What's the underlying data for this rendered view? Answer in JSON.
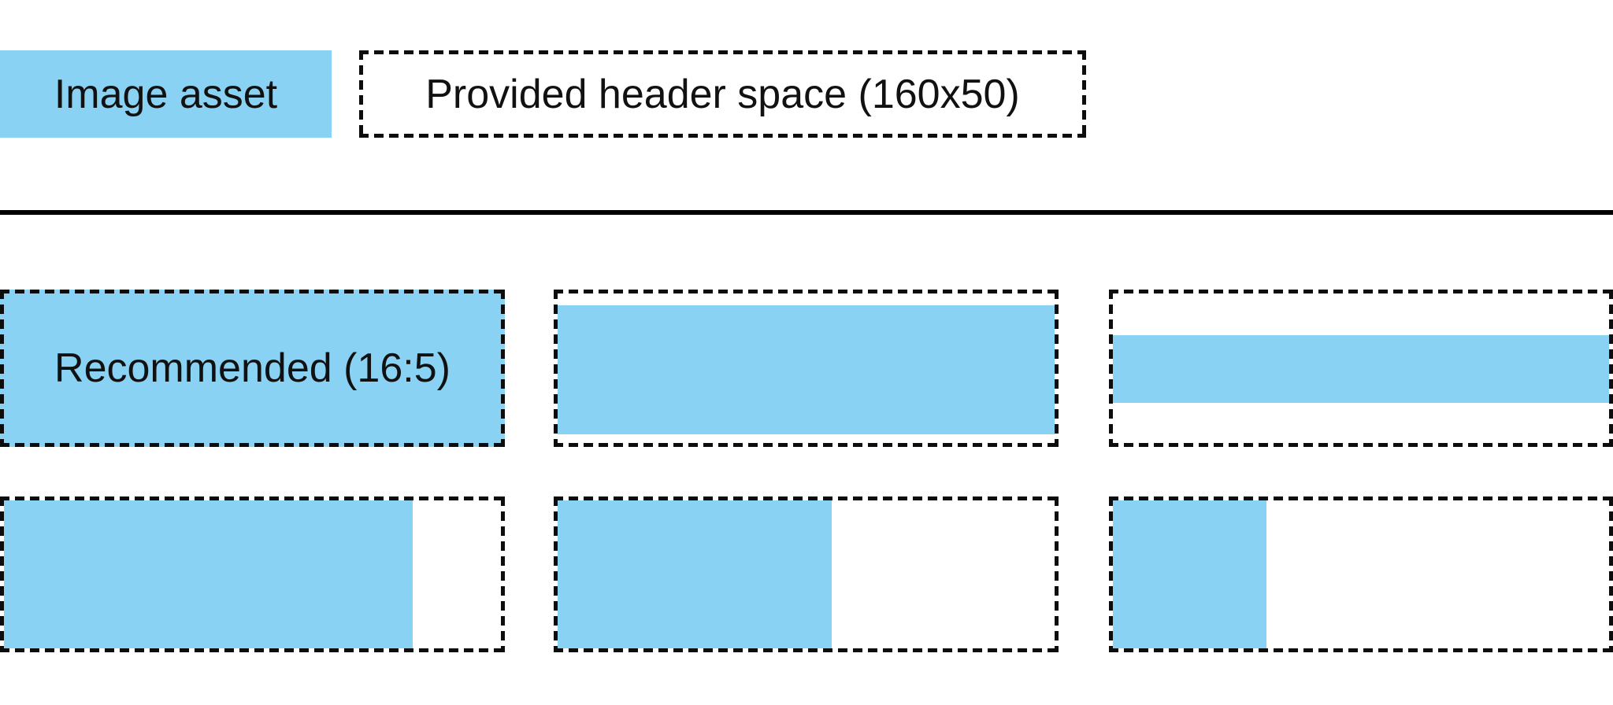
{
  "legend": {
    "image_asset_label": "Image asset",
    "header_space_label": "Provided header space (160x50)"
  },
  "examples": {
    "recommended_label": "Recommended (16:5)"
  },
  "colors": {
    "image_asset": "#8AD2F4",
    "dash": "#0d0d0d",
    "divider": "#000000",
    "text": "#111111"
  }
}
